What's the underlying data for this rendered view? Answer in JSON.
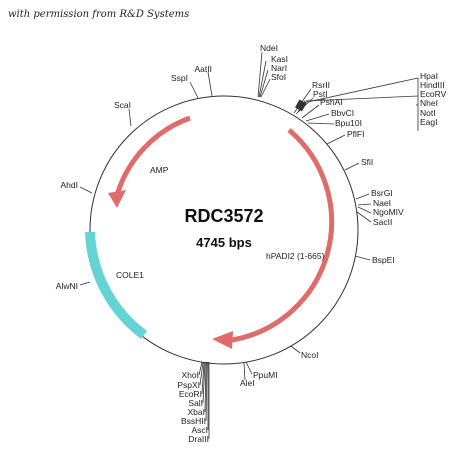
{
  "permission_text": "with permission from R&D Systems",
  "plasmid": {
    "name": "RDC3572",
    "size_label": "4745 bps"
  },
  "colors": {
    "arrow": "#e06b6b",
    "ori": "#63d3d6",
    "line": "#333333"
  },
  "features": {
    "amp": "AMP",
    "hpadi2": "hPADI2 (1-665)",
    "cole1": "COLE1"
  },
  "sites": {
    "ndel": "NdeI",
    "kasl": "KasI",
    "narl": "NarI",
    "sfol": "SfoI",
    "aatii": "AatII",
    "sspl": "SspI",
    "scal": "ScaI",
    "ahdi": "AhdI",
    "alwni": "AlwNI",
    "rsrii": "RsrII",
    "pstl": "PstI",
    "pshal": "PshAI",
    "bbvcl": "BbvCI",
    "bpu10l": "Bpu10I",
    "pflfl": "PflFI",
    "sfil": "SfiI",
    "bsrgi": "BsrGI",
    "nael": "NaeI",
    "ngomiv": "NgoMIV",
    "sacii": "SacII",
    "bspei": "BspEI",
    "ncol": "NcoI",
    "ppumi": "PpuMI",
    "alei": "AleI",
    "hpal": "HpaI",
    "hindiii": "HindIII",
    "ecorv": "EcoRV",
    "nhel": "NheI",
    "notl": "NotI",
    "eagl": "EagI",
    "xhol": "XhoI",
    "pspxi": "PspXI",
    "ecori": "EcoRI",
    "sall": "SalI",
    "xbal": "XbaI",
    "bsshii": "BssHII",
    "ascl": "AscI",
    "dralll": "DraIII"
  }
}
